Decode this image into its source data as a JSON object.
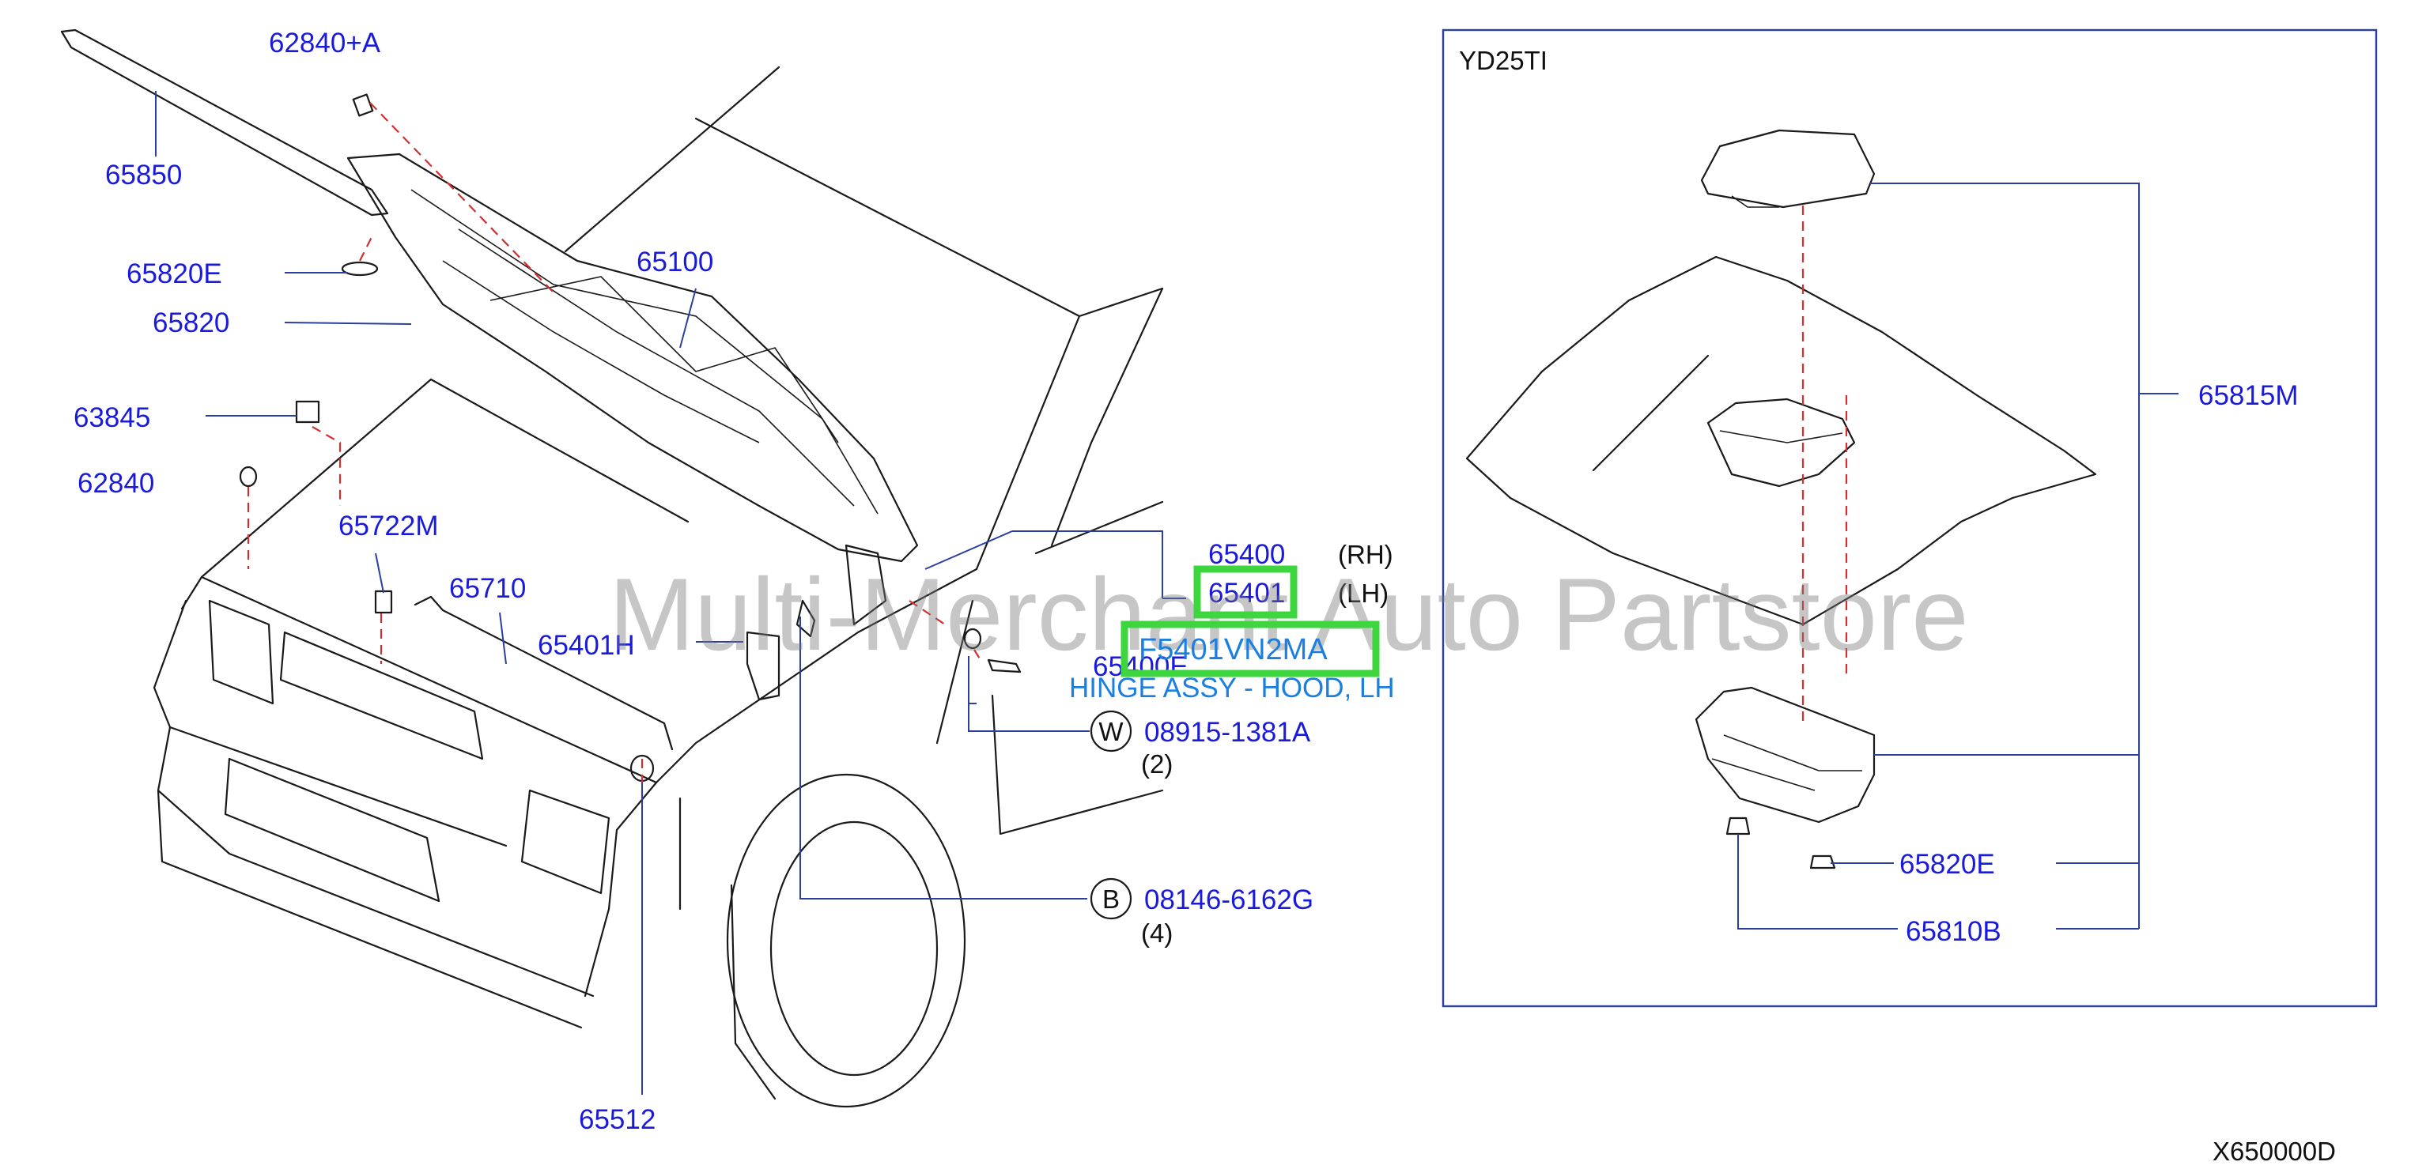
{
  "inset": {
    "engine": "YD25TI"
  },
  "labels": {
    "p62840A": "62840+A",
    "p65850": "65850",
    "p65820E": "65820E",
    "p65820": "65820",
    "p63845": "63845",
    "p62840": "62840",
    "p65722M": "65722M",
    "p65710": "65710",
    "p65401H": "65401H",
    "p65100": "65100",
    "p65400": "65400",
    "p65401": "65401",
    "p65400E": "65400E",
    "p65512": "65512",
    "p65815M": "65815M",
    "p65820E_inset": "65820E",
    "p65810B": "65810B"
  },
  "qualifiers": {
    "rh": "(RH)",
    "lh": "(LH)"
  },
  "fasteners": {
    "w_symbol": "W",
    "w_part": "08915-1381A",
    "w_qty": "(2)",
    "b_symbol": "B",
    "b_part": "08146-6162G",
    "b_qty": "(4)"
  },
  "highlight": {
    "part_number": "F5401VN2MA",
    "description": "HINGE ASSY - HOOD, LH"
  },
  "watermark": "Multi-Merchant Auto Partstore",
  "diagram_code": "X650000D",
  "colors": {
    "part_label": "#1a1adb",
    "highlight_box": "#3ed63e",
    "highlight_text": "#1a7fe0",
    "leader_line": "#2a3f9f",
    "dashed_line": "#d23030"
  }
}
